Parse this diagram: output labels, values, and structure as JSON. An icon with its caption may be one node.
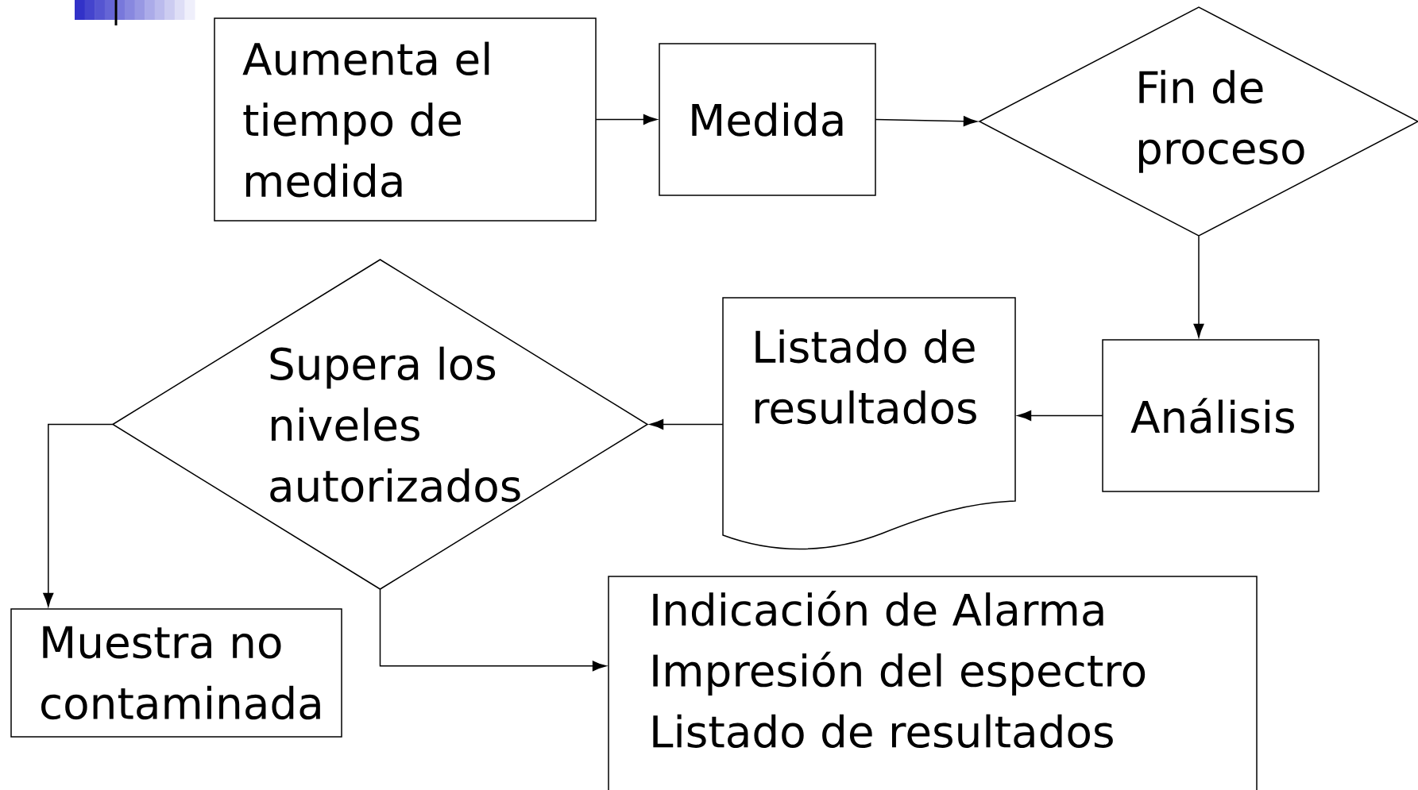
{
  "diagram": {
    "nodes": [
      {
        "text": [
          "Aumenta el tiempo de medida"
        ]
      },
      {
        "text": [
          "Medida"
        ]
      },
      {
        "text": [
          "Fin de proceso"
        ]
      },
      {
        "text": [
          "Análisis"
        ]
      },
      {
        "text": [
          "Listado de resultados"
        ]
      },
      {
        "text": [
          "Supera los niveles autorizados"
        ]
      },
      {
        "text": [
          "Muestra no contaminada"
        ]
      },
      {
        "text": [
          "Indicación de Alarma",
          "Impresión del espectro",
          "Listado de resultados"
        ]
      }
    ],
    "edges": [
      {
        "from": 0,
        "to": 1,
        "arrow": "to"
      },
      {
        "from": 1,
        "to": 2,
        "arrow": "to"
      },
      {
        "from": 2,
        "to": 3,
        "arrow": "to"
      },
      {
        "from": 3,
        "to": 4,
        "arrow": "to"
      },
      {
        "from": 4,
        "to": 5,
        "arrow": "to"
      },
      {
        "from": 5,
        "to": 6,
        "arrow": "to"
      },
      {
        "from": 5,
        "to": 7,
        "arrow": "to"
      }
    ]
  }
}
